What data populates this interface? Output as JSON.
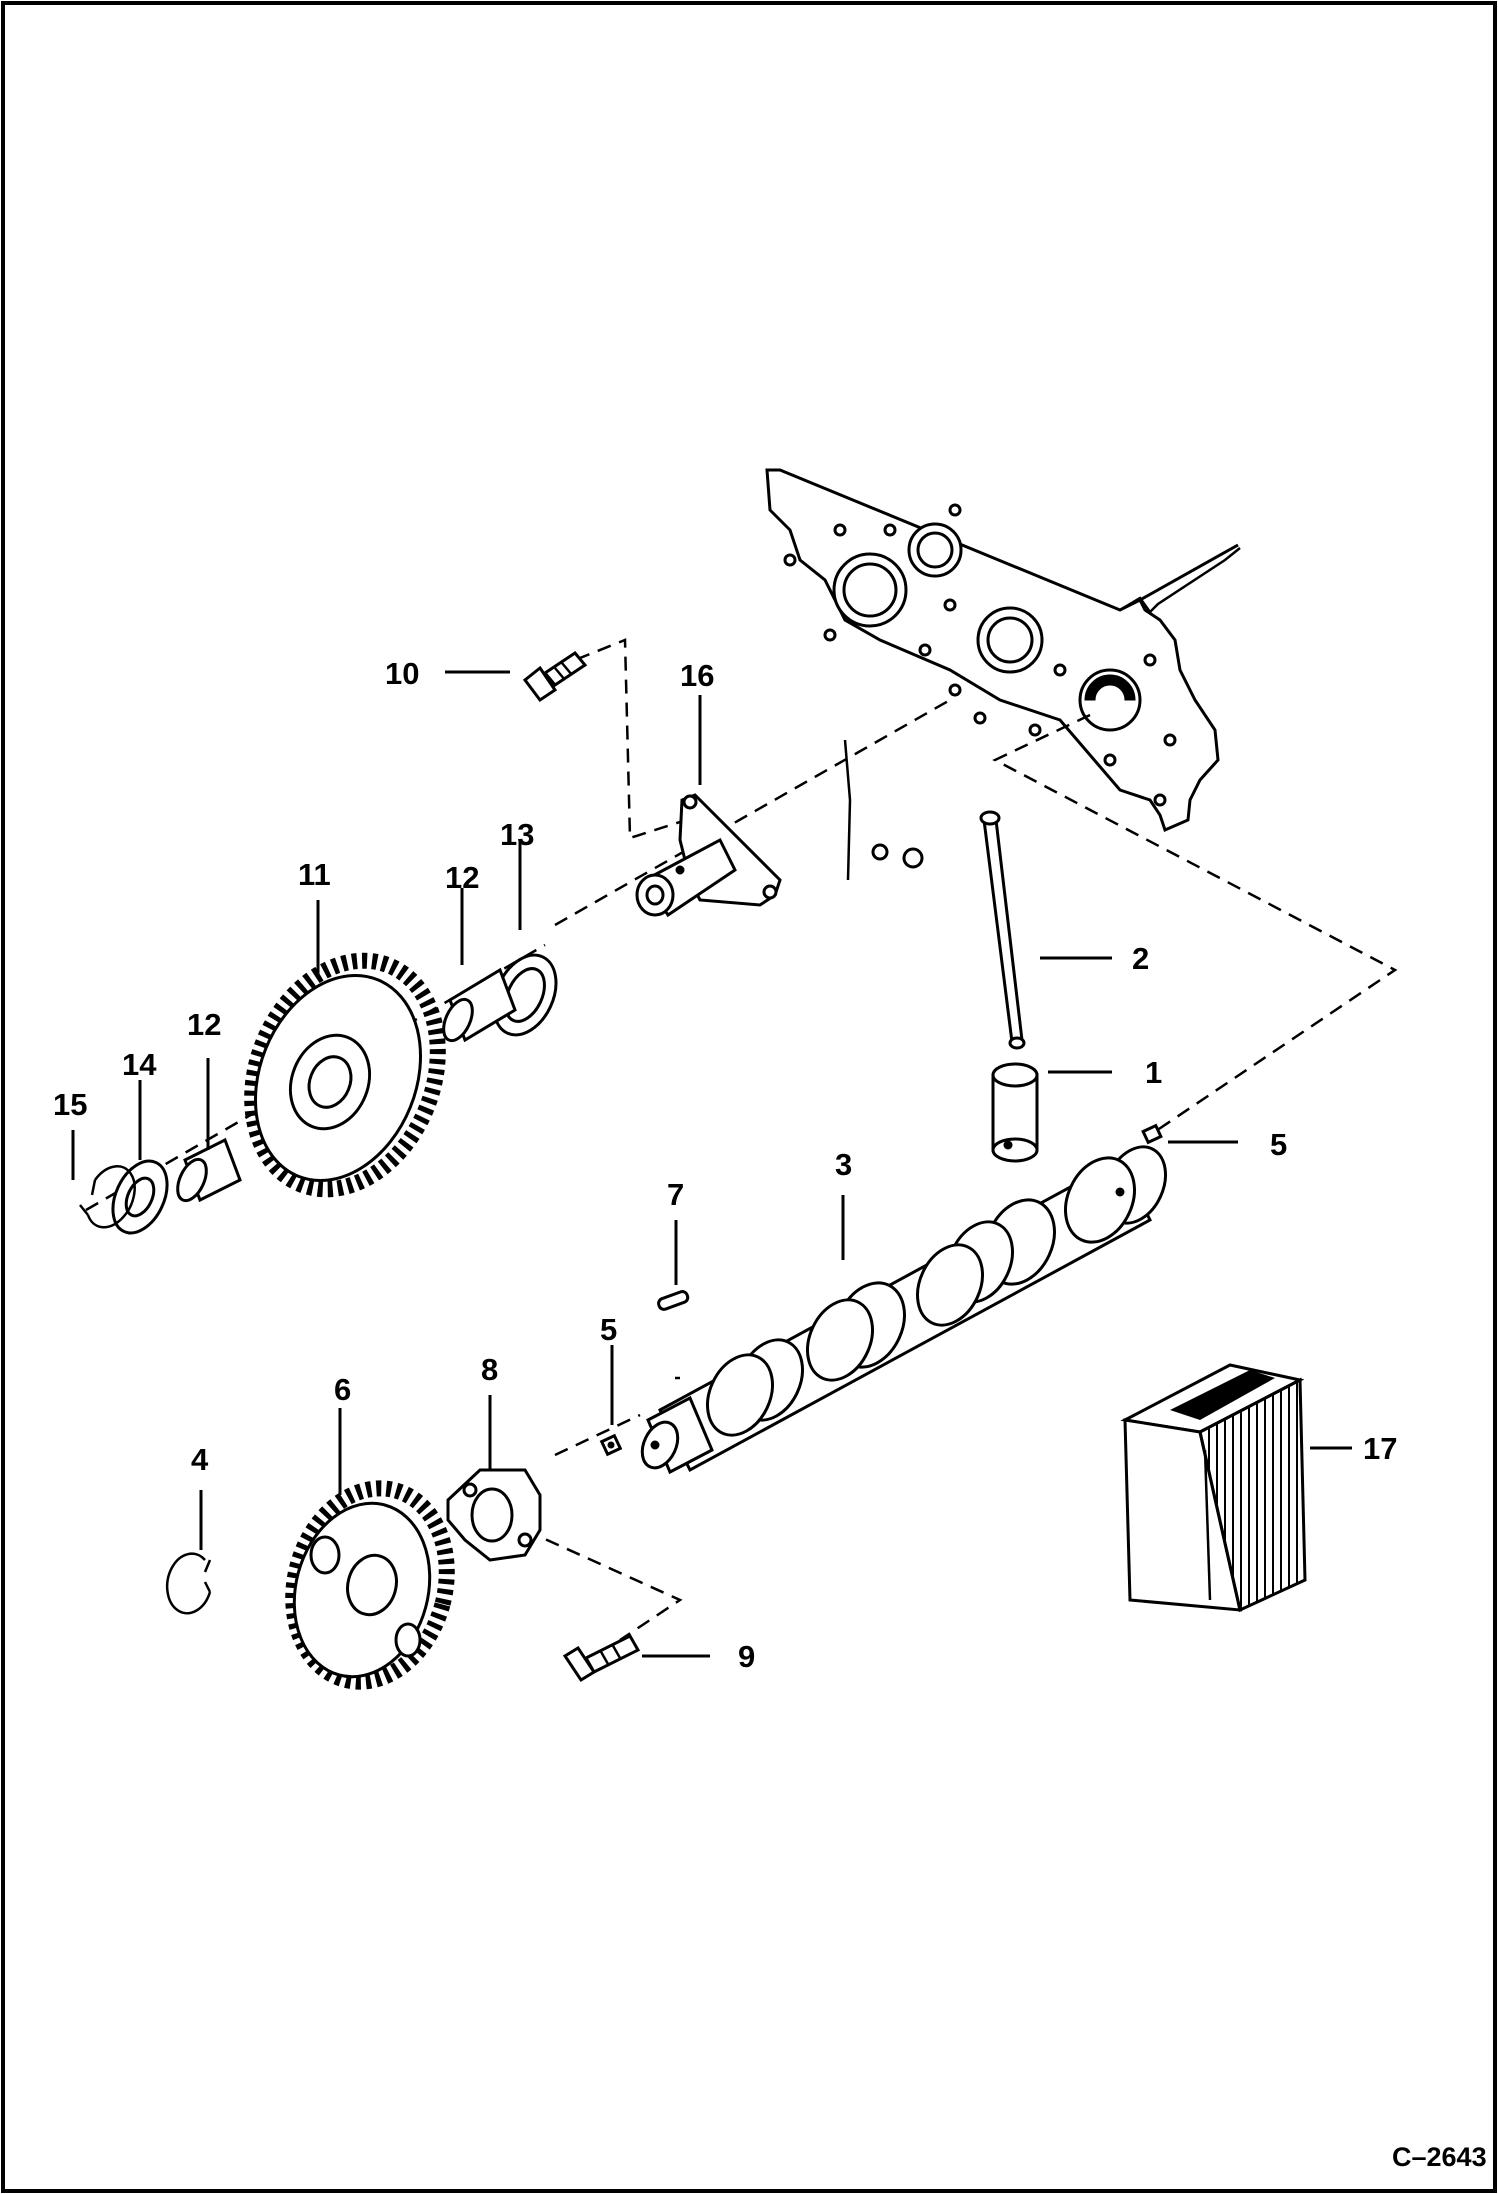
{
  "figure_reference": "C–2643",
  "callouts": [
    {
      "id": "c1",
      "label": "1"
    },
    {
      "id": "c2",
      "label": "2"
    },
    {
      "id": "c3",
      "label": "3"
    },
    {
      "id": "c4",
      "label": "4"
    },
    {
      "id": "c5a",
      "label": "5"
    },
    {
      "id": "c5b",
      "label": "5"
    },
    {
      "id": "c6",
      "label": "6"
    },
    {
      "id": "c7",
      "label": "7"
    },
    {
      "id": "c8",
      "label": "8"
    },
    {
      "id": "c9",
      "label": "9"
    },
    {
      "id": "c10",
      "label": "10"
    },
    {
      "id": "c11",
      "label": "11"
    },
    {
      "id": "c12a",
      "label": "12"
    },
    {
      "id": "c12b",
      "label": "12"
    },
    {
      "id": "c13",
      "label": "13"
    },
    {
      "id": "c14",
      "label": "14"
    },
    {
      "id": "c15",
      "label": "15"
    },
    {
      "id": "c16",
      "label": "16"
    },
    {
      "id": "c17",
      "label": "17"
    }
  ]
}
